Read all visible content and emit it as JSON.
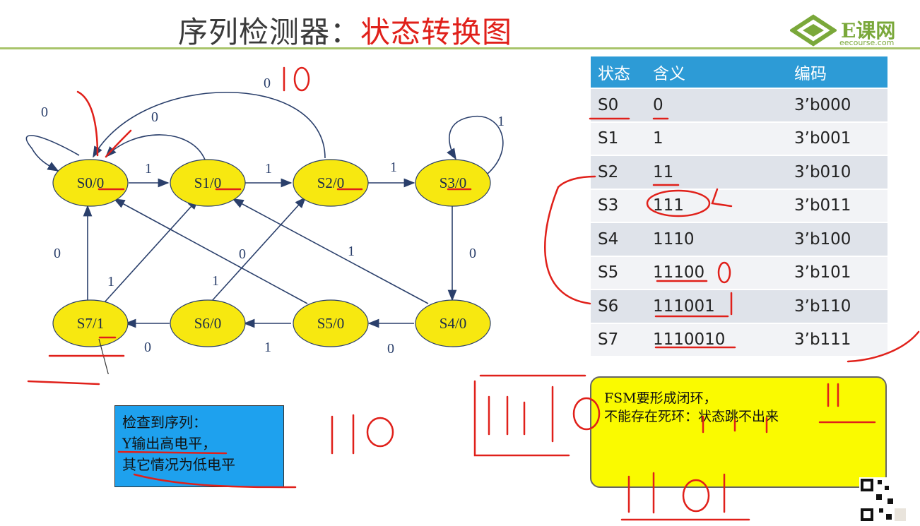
{
  "title": {
    "prefix": "序列检测器：",
    "highlight": "状态转换图"
  },
  "logo": {
    "name": "E课网",
    "domain": "eecourse.com"
  },
  "states": [
    {
      "label": "S0/0"
    },
    {
      "label": "S1/0"
    },
    {
      "label": "S2/0"
    },
    {
      "label": "S3/0"
    },
    {
      "label": "S7/1"
    },
    {
      "label": "S6/0"
    },
    {
      "label": "S5/0"
    },
    {
      "label": "S4/0"
    }
  ],
  "edges": [
    {
      "label": "0"
    },
    {
      "label": "1"
    },
    {
      "label": "0"
    },
    {
      "label": "1"
    },
    {
      "label": "0"
    },
    {
      "label": "1"
    },
    {
      "label": "1"
    },
    {
      "label": "0"
    },
    {
      "label": "0"
    },
    {
      "label": "1"
    },
    {
      "label": "1"
    },
    {
      "label": "0"
    },
    {
      "label": "0"
    },
    {
      "label": "1"
    },
    {
      "label": "0"
    },
    {
      "label": "1"
    }
  ],
  "table": {
    "headers": [
      "状态",
      "含义",
      "编码"
    ],
    "rows": [
      [
        "S0",
        "0",
        "3’b000"
      ],
      [
        "S1",
        "1",
        "3’b001"
      ],
      [
        "S2",
        "11",
        "3’b010"
      ],
      [
        "S3",
        "111",
        "3’b011"
      ],
      [
        "S4",
        "1110",
        "3’b100"
      ],
      [
        "S5",
        "11100",
        "3’b101"
      ],
      [
        "S6",
        "111001",
        "3’b110"
      ],
      [
        "S7",
        "1110010",
        "3’b111"
      ]
    ]
  },
  "note_blue": {
    "lines": [
      "检查到序列：",
      "Y输出高电平，",
      "其它情况为低电平"
    ]
  },
  "note_yellow": {
    "lines": [
      "FSM要形成闭环，",
      "不能存在死环：状态跳不出来"
    ]
  },
  "colors": {
    "state_fill": "#f7e810",
    "title_red": "#e0201a",
    "table_header": "#2d9bd6",
    "ink": "#e0201a",
    "edge": "#2a3f6b"
  }
}
